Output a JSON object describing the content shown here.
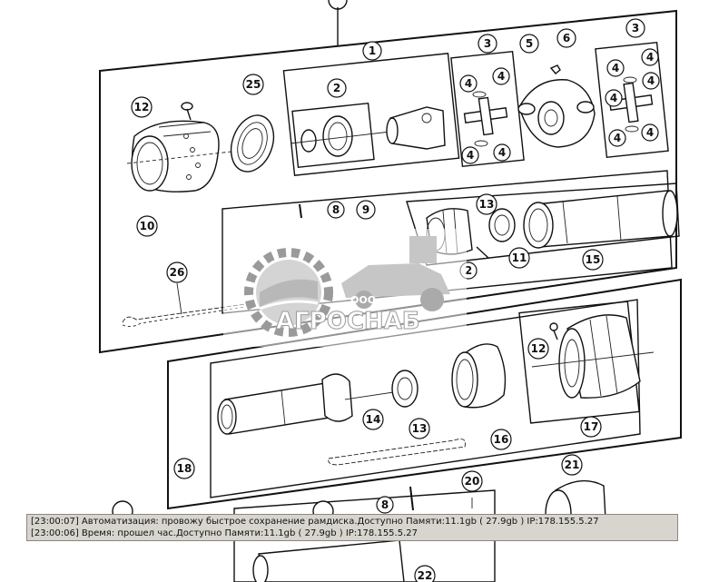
{
  "diagram": {
    "callouts": [
      "1",
      "2",
      "3",
      "5",
      "6",
      "3",
      "4",
      "4",
      "4",
      "4",
      "4",
      "4",
      "4",
      "4",
      "4",
      "4",
      "12",
      "25",
      "10",
      "8",
      "9",
      "13",
      "15",
      "11",
      "2",
      "26",
      "12",
      "14",
      "13",
      "16",
      "17",
      "18",
      "8",
      "20",
      "21",
      "22"
    ]
  },
  "watermark": {
    "prefix": "ООО",
    "brand": "АГРОСНАБ",
    "colors": {
      "gear": "#9a9a9a",
      "field": "#b8b8b8",
      "text": "#ffffff"
    }
  },
  "console": {
    "lines": [
      "[23:00:07]  Автоматизация: провожу быстрое сохранение рамдиска.Доступно Памяти:11.1gb  ( 27.9gb ) IP:178.155.5.27",
      "[23:00:06]  Время: прошел час.Доступно Памяти:11.1gb  ( 27.9gb ) IP:178.155.5.27"
    ]
  }
}
